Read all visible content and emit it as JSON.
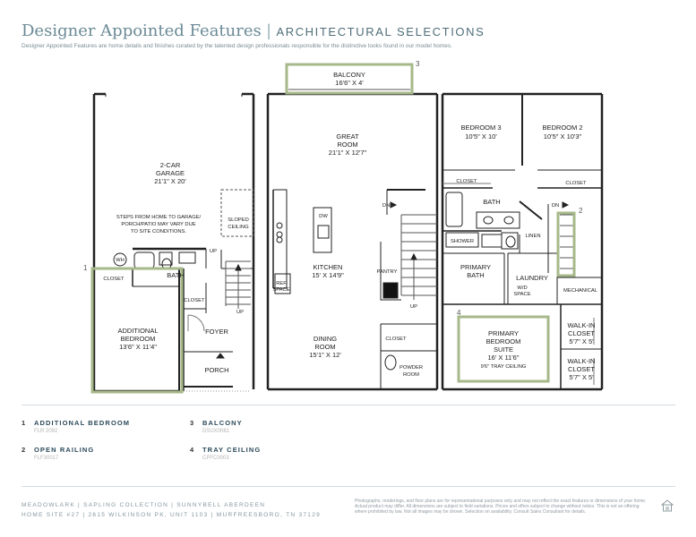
{
  "header": {
    "title": "Designer Appointed Features",
    "subtitle": "ARCHITECTURAL SELECTIONS",
    "intro": "Designer Appointed Features are home details and finishes curated by the talented design professionals responsible for the distinctive looks found in our model homes."
  },
  "plan": {
    "markers": [
      "1",
      "2",
      "3",
      "4"
    ],
    "rooms": {
      "garage": [
        "2-CAR",
        "GARAGE",
        "21'1\" X 20'"
      ],
      "garage_note": [
        "STEPS FROM HOME TO GARAGE/",
        "PORCH/PATIO MAY VARY DUE",
        "TO SITE CONDITIONS."
      ],
      "sloped_ceiling": [
        "SLOPED",
        "CEILING"
      ],
      "wh": "WH",
      "closet": "CLOSET",
      "bath": "BATH",
      "up": "UP",
      "dn": "DN",
      "add_bed": [
        "ADDITIONAL",
        "BEDROOM",
        "13'6\" X 11'4\""
      ],
      "foyer": "FOYER",
      "porch": "PORCH",
      "balcony": [
        "BALCONY",
        "16'6\" X 4'"
      ],
      "great_room": [
        "GREAT",
        "ROOM",
        "21'1\" X 12'7\""
      ],
      "dw": "DW",
      "kitchen": [
        "KITCHEN",
        "15' X 14'9\""
      ],
      "ref_space": [
        "REF",
        "SPACE"
      ],
      "pantry": "PANTRY",
      "dining": [
        "DINING",
        "ROOM",
        "15'1\" X 12'"
      ],
      "powder": [
        "POWDER",
        "ROOM"
      ],
      "bed3": [
        "BEDROOM 3",
        "10'5\" X 10'"
      ],
      "bed2": [
        "BEDROOM 2",
        "10'5\" X 10'3\""
      ],
      "shower": "SHOWER",
      "linen": "LINEN",
      "primary_bath": [
        "PRIMARY",
        "BATH"
      ],
      "laundry": "LAUNDRY",
      "wd_space": [
        "W/D",
        "SPACE"
      ],
      "mechanical": "MECHANICAL",
      "primary_suite": [
        "PRIMARY",
        "BEDROOM",
        "SUITE",
        "16' X 11'6\"",
        "9'6\" TRAY CEILING"
      ],
      "wic1": [
        "WALK-IN",
        "CLOSET",
        "5'7\" X 5'"
      ],
      "wic2": [
        "WALK-IN",
        "CLOSET",
        "5'7\" X 5'"
      ]
    }
  },
  "features": [
    {
      "num": "1",
      "name": "ADDITIONAL BEDROOM",
      "code": "FLR 2092"
    },
    {
      "num": "2",
      "name": "OPEN RAILING",
      "code": "FLF30017"
    },
    {
      "num": "3",
      "name": "BALCONY",
      "code": "DSUX0081"
    },
    {
      "num": "4",
      "name": "TRAY CEILING",
      "code": "CPFC0003"
    }
  ],
  "footer": {
    "line1": "MEADOWLARK  |  SAPLING COLLECTION  |  SUNNYBELL ABERDEEN",
    "line2": "HOME SITE #27  |  2615 WILKINSON PK, UNIT 1103  |  MURFREESBORO, TN 37129",
    "disclaimer": "Photographs, renderings, and floor plans are for representational purposes only and may not reflect the exact features or dimensions of your home. Actual product may differ. All dimensions are subject to field variations. Prices and offers subject to change without notice. This is not an offering where prohibited by law. Not all images may be shown. Selection on availability. Consult Sales Consultant for details."
  },
  "colors": {
    "highlight": "#a7b98a",
    "wall": "#222222",
    "accent": "#2b4a5a"
  }
}
